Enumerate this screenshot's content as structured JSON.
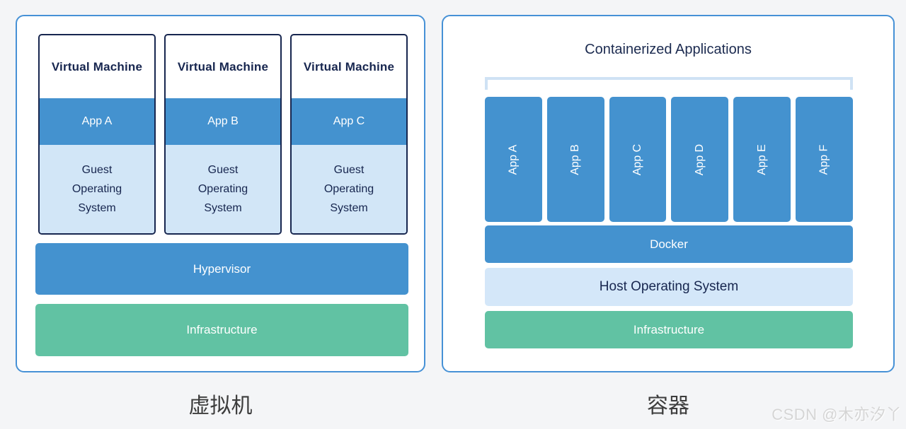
{
  "colors": {
    "mid_blue": "#4492cf",
    "light_blue_fill": "#d2e6f7",
    "host_os_fill": "#d4e7f9",
    "green": "#61c2a3",
    "navy": "#17264f",
    "panel_border_blue": "#4691d6",
    "bracket_blue": "#cfe2f4",
    "page_background": "#f4f5f7"
  },
  "left_panel": {
    "caption": "虚拟机",
    "vms": [
      {
        "title": "Virtual Machine",
        "app": "App A",
        "os": "Guest Operating System"
      },
      {
        "title": "Virtual Machine",
        "app": "App B",
        "os": "Guest Operating System"
      },
      {
        "title": "Virtual Machine",
        "app": "App C",
        "os": "Guest Operating System"
      }
    ],
    "hypervisor_label": "Hypervisor",
    "infrastructure_label": "Infrastructure"
  },
  "right_panel": {
    "caption": "容器",
    "title": "Containerized Applications",
    "apps": [
      "App A",
      "App B",
      "App C",
      "App D",
      "App E",
      "App F"
    ],
    "docker_label": "Docker",
    "host_os_label": "Host Operating System",
    "infrastructure_label": "Infrastructure"
  },
  "watermark": "CSDN @木亦汐丫"
}
